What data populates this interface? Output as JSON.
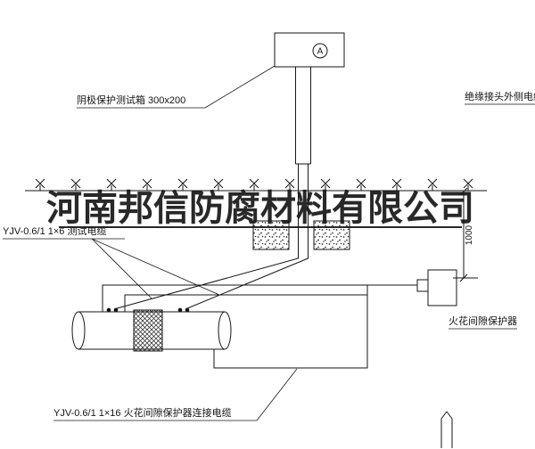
{
  "watermark": "河南邦信防腐材料有限公司",
  "diagram": {
    "ammeter_symbol": "A",
    "labels": {
      "test_box": "阴极保护测试箱 300x200",
      "outer_cable": "绝缘接头外侧电缆",
      "test_cable": "YJV-0.6/1 1×6  测试电缆",
      "dimension_1000": "1000",
      "spark_gap_protector": "火花间隙保护器",
      "protector_cable": "YJV-0.6/1 1×16  火花间隙保护器连接电缆"
    },
    "ground": {
      "mark_count": 13
    }
  }
}
